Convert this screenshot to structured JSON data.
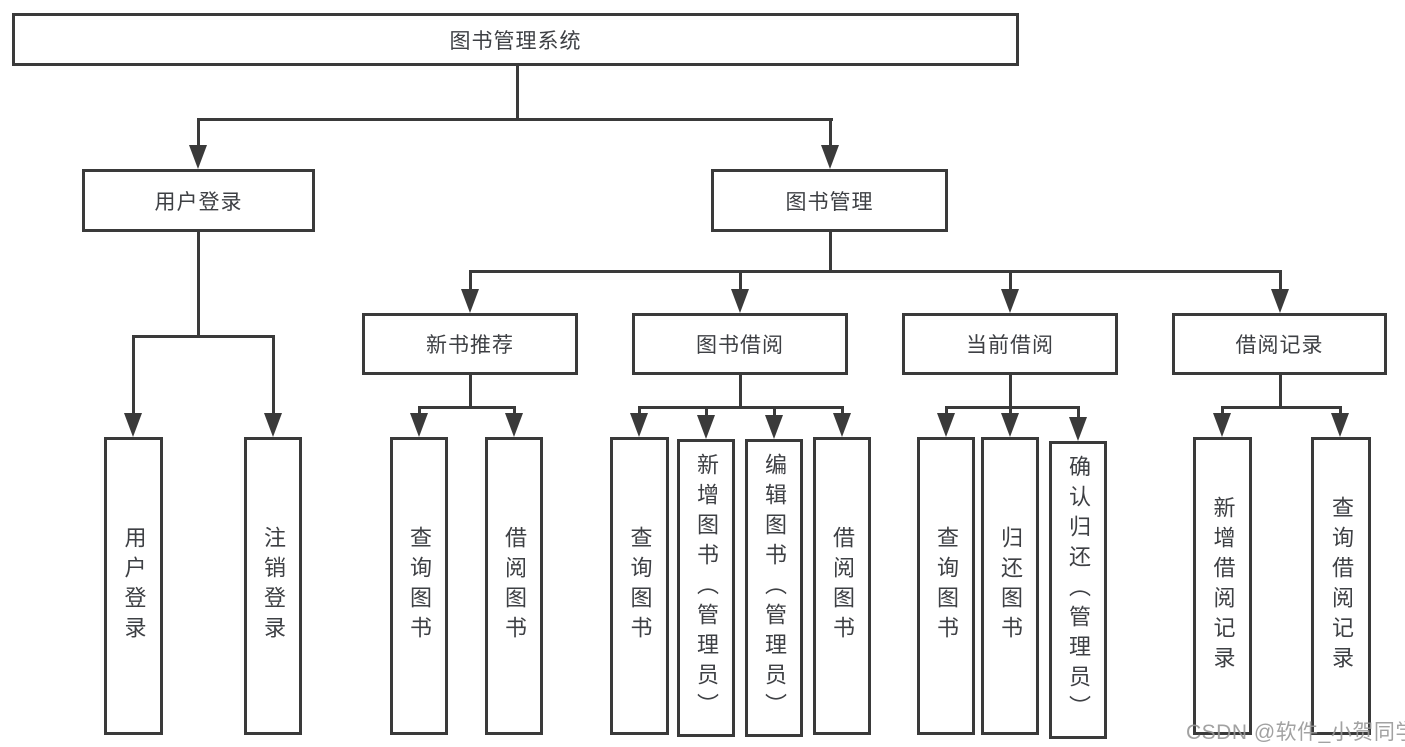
{
  "colors": {
    "line": "#3a3a3a",
    "node_text": "#3e4044",
    "watermark_text": "#989898",
    "background": "#ffffff"
  },
  "nodes": {
    "root": "图书管理系统",
    "level2": [
      "用户登录",
      "图书管理"
    ],
    "level3": [
      "新书推荐",
      "图书借阅",
      "当前借阅",
      "借阅记录"
    ],
    "leaves_user": [
      "用户登录",
      "注销登录"
    ],
    "leaves_recommend": [
      "查询图书",
      "借阅图书"
    ],
    "leaves_borrow": [
      "查询图书",
      "新增图书（管理员）",
      "编辑图书（管理员）",
      "借阅图书"
    ],
    "leaves_current": [
      "查询图书",
      "归还图书",
      "确认归还（管理员）"
    ],
    "leaves_records": [
      "新增借阅记录",
      "查询借阅记录"
    ]
  },
  "watermark": "CSDN @软件_小贺同学"
}
